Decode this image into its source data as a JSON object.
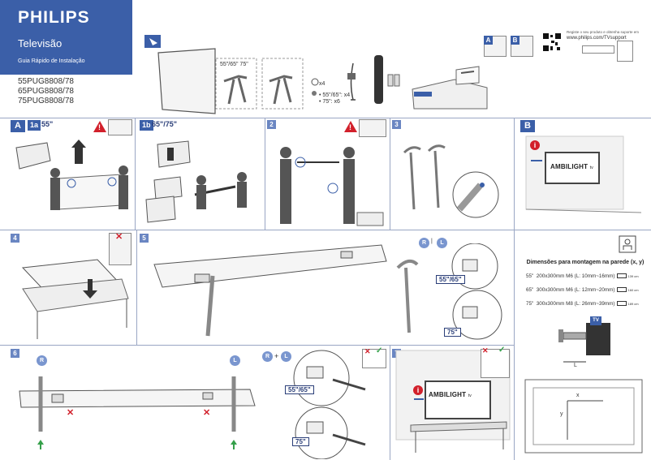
{
  "header": {
    "brand": "PHILIPS",
    "product": "Televisão",
    "guide": "Guia Rápido de Instalação",
    "models": [
      "55PUG8808/78",
      "65PUG8808/78",
      "75PUG8808/78"
    ]
  },
  "box_contents": {
    "stand_sizes": "55\"/65\" 75\"",
    "screw_count": "x4",
    "screw_55_65": "• 55\"/65\": x4",
    "screw_75": "• 75\": x6"
  },
  "registration": {
    "text": "Registe o seu produto e obtenha suporte em",
    "url": "www.philips.com/TVsupport",
    "tab_a": "A",
    "tab_b": "B"
  },
  "section_a": {
    "tab": "A",
    "sub_1a": "1a",
    "sub_1a_size": "55\"",
    "sub_1b": "1b",
    "sub_1b_size": "65\"/75\"",
    "step2": "2",
    "step3": "3"
  },
  "section_b": {
    "tab": "B",
    "ambilight": "AMBILIGHT",
    "ambilight_suffix": "tv"
  },
  "step4": {
    "num": "4"
  },
  "step5": {
    "num": "5",
    "left": "R",
    "right": "L",
    "size_55_65": "55\"/65\"",
    "size_75": "75\""
  },
  "step6": {
    "num": "6",
    "left": "R",
    "right": "L",
    "combo_left": "R",
    "combo_right": "L",
    "size_55_65": "55\"/65\"",
    "size_75": "75\""
  },
  "step7": {
    "num": "7",
    "ambilight": "AMBILIGHT",
    "ambilight_suffix": "tv"
  },
  "wall_mount": {
    "title": "Dimensões para montagem na parede (x, y)",
    "rows": [
      {
        "size": "55\"",
        "spec": "200x300mm M6 (L: 10mm~16mm)",
        "dist": "139 cm"
      },
      {
        "size": "65\"",
        "spec": "300x300mm M6 (L: 12mm~20mm)",
        "dist": "160 cm"
      },
      {
        "size": "75\"",
        "spec": "300x300mm M8 (L: 26mm~39mm)",
        "dist": "189 cm"
      }
    ],
    "tv_label": "TV",
    "length_label": "L",
    "x_label": "x",
    "y_label": "y"
  },
  "colors": {
    "brand_blue": "#3b5fa8",
    "warning_red": "#d2202b",
    "ok_green": "#35a04a"
  }
}
